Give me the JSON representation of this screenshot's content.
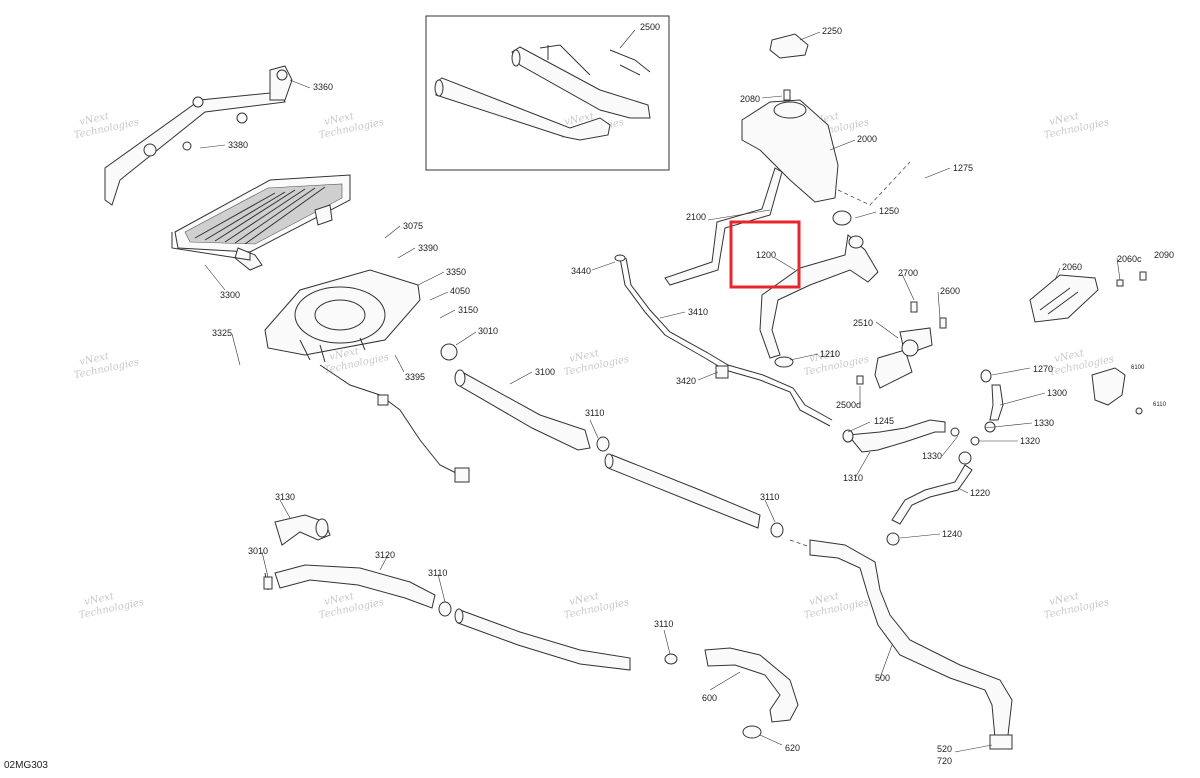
{
  "diagram": {
    "drawing_code": "02MG303",
    "highlight_color": "#e8262b",
    "watermark_text": [
      "vNext",
      "Technologies"
    ],
    "parts": [
      {
        "id": "p2500",
        "label": "2500"
      },
      {
        "id": "p2250",
        "label": "2250"
      },
      {
        "id": "p2080",
        "label": "2080"
      },
      {
        "id": "p2000",
        "label": "2000"
      },
      {
        "id": "p1275",
        "label": "1275"
      },
      {
        "id": "p1250",
        "label": "1250"
      },
      {
        "id": "p2100",
        "label": "2100"
      },
      {
        "id": "p1200",
        "label": "1200"
      },
      {
        "id": "p3360",
        "label": "3360"
      },
      {
        "id": "p3380",
        "label": "3380"
      },
      {
        "id": "p3300",
        "label": "3300"
      },
      {
        "id": "p3075",
        "label": "3075"
      },
      {
        "id": "p3390",
        "label": "3390"
      },
      {
        "id": "p3350",
        "label": "3350"
      },
      {
        "id": "p4050",
        "label": "4050"
      },
      {
        "id": "p3150",
        "label": "3150"
      },
      {
        "id": "p3010a",
        "label": "3010"
      },
      {
        "id": "p3325",
        "label": "3325"
      },
      {
        "id": "p3395",
        "label": "3395"
      },
      {
        "id": "p3100",
        "label": "3100"
      },
      {
        "id": "p3110a",
        "label": "3110"
      },
      {
        "id": "p3440",
        "label": "3440"
      },
      {
        "id": "p3410",
        "label": "3410"
      },
      {
        "id": "p3420",
        "label": "3420"
      },
      {
        "id": "p2700",
        "label": "2700"
      },
      {
        "id": "p2600",
        "label": "2600"
      },
      {
        "id": "p2510",
        "label": "2510"
      },
      {
        "id": "p1210",
        "label": "1210"
      },
      {
        "id": "p2500d",
        "label": "2500d"
      },
      {
        "id": "p2060",
        "label": "2060"
      },
      {
        "id": "p2060c",
        "label": "2060c"
      },
      {
        "id": "p2090",
        "label": "2090"
      },
      {
        "id": "p1270",
        "label": "1270"
      },
      {
        "id": "p1300",
        "label": "1300"
      },
      {
        "id": "p6100",
        "label": "6100"
      },
      {
        "id": "p6110",
        "label": "6110"
      },
      {
        "id": "p1330a",
        "label": "1330"
      },
      {
        "id": "p1320",
        "label": "1320"
      },
      {
        "id": "p1330b",
        "label": "1330"
      },
      {
        "id": "p1245",
        "label": "1245"
      },
      {
        "id": "p1310",
        "label": "1310"
      },
      {
        "id": "p1220",
        "label": "1220"
      },
      {
        "id": "p1240",
        "label": "1240"
      },
      {
        "id": "p3130",
        "label": "3130"
      },
      {
        "id": "p3010b",
        "label": "3010"
      },
      {
        "id": "p3120",
        "label": "3120"
      },
      {
        "id": "p3110b",
        "label": "3110"
      },
      {
        "id": "p3110c",
        "label": "3110"
      },
      {
        "id": "p3110d",
        "label": "3110"
      },
      {
        "id": "p600",
        "label": "600"
      },
      {
        "id": "p620",
        "label": "620"
      },
      {
        "id": "p500",
        "label": "500"
      },
      {
        "id": "p520",
        "label": "520"
      },
      {
        "id": "p720",
        "label": "720"
      }
    ]
  }
}
